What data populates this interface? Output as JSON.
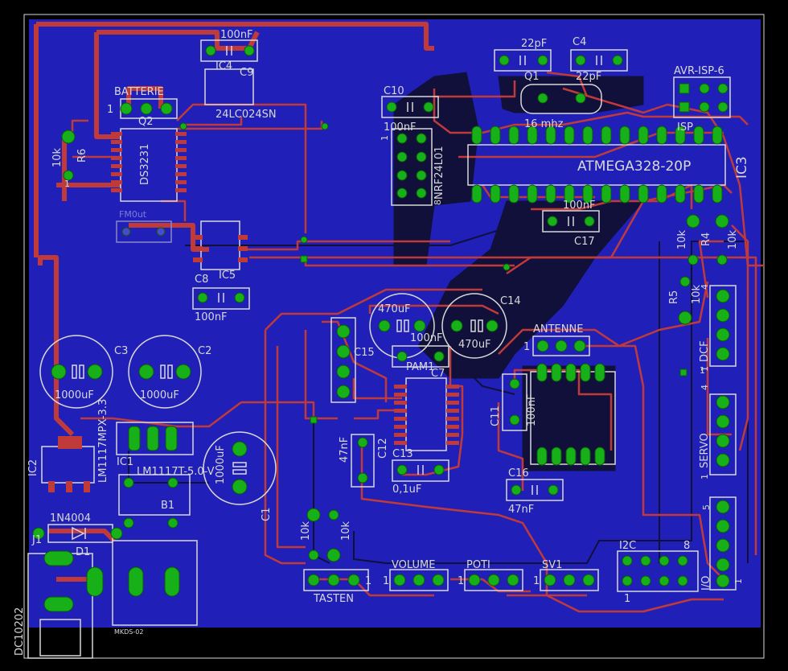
{
  "colors": {
    "background": "#000000",
    "board": "#2020b8",
    "top_trace": "#c03a3a",
    "bottom_trace": "#10103a",
    "pad": "#18b018",
    "silkscreen": "#d8d8d8"
  },
  "labels": {
    "c4_top_value": "100nF",
    "ic4_name": "IC4",
    "c9_name": "C9",
    "ic4_part": "24LC024SN",
    "batterie": "BATTERIE",
    "batterie_pin1": "1",
    "q2": "Q2",
    "ds3231": "DS3231",
    "r6_value": "10k",
    "r6_name": "R6",
    "r6_pin1": "1",
    "c10_name": "C10",
    "c10_value": "100nF",
    "nrf_name": "NRF24L01",
    "nrf_pin1": "1",
    "nrf_pin8": "8",
    "c_22pf_a": "22pF",
    "c4_name": "C4",
    "q1_name": "Q1",
    "c_22pf_b": "22pF",
    "q1_value": "16 mhz",
    "avr_isp": "AVR-ISP-6",
    "isp": "ISP",
    "atmega": "ATMEGA328-20P",
    "ic3": "IC3",
    "c17_value": "100nF",
    "c17_name": "C17",
    "r4_value": "10k",
    "r4_name": "R4",
    "r3_value": "10k",
    "c8_name": "C8",
    "c8_value": "100nF",
    "ic5_name": "IC5",
    "ic6_ghost": "FM0ut",
    "c_470_left": "470uF",
    "c14_name": "C14",
    "c14_value": "470uF",
    "c_100nf_mid": "100nF",
    "c15_name": "C15",
    "pam_name": "PAM1",
    "c7_name": "C7",
    "c13_name": "C13",
    "c12_name": "C12",
    "c12_value": "47nF",
    "c13_value": "0,1uF",
    "c3_name": "C3",
    "c3_value": "1000uF",
    "c2_name": "C2",
    "c2_value": "1000uF",
    "ic2_part": "LM1117MPX-3.3",
    "ic2_name": "IC2",
    "ic1_name": "IC1",
    "ic1_part": "LM1117T-5.0-V",
    "b1_name": "B1",
    "c1_name": "C1",
    "c1_value": "1000uF",
    "d1_part": "1N4004",
    "d1_name": "D1",
    "j1_name": "J1",
    "dc_name": "DC10202",
    "mkds": "MKDS-02",
    "antenne": "ANTENNE",
    "antenne_pin1": "1",
    "c11_name": "C11",
    "c11_value": "100nF",
    "c16_name": "C16",
    "c16_value": "47nF",
    "r5_name": "R5",
    "r5_value": "10k",
    "dcf": "DCF",
    "dcf_pin1": "1",
    "dcf_pin4": "4",
    "servo": "SERVO",
    "servo_pin1": "1",
    "servo_pin4": "4",
    "io": "I/O",
    "io_pin1": "1",
    "io_pin5": "5",
    "r_left_a": "10k",
    "r_left_b": "10k",
    "tasten": "TASTEN",
    "tasten_pin1": "1",
    "volume": "VOLUME",
    "volume_pin1": "1",
    "poti": "POTI",
    "poti_pin1": "1",
    "sv1": "SV1",
    "sv1_pin1": "1",
    "i2c": "I2C",
    "i2c_pin8": "8",
    "i2c_pin1": "1",
    "pin1_generic": "1",
    "dot": "."
  }
}
